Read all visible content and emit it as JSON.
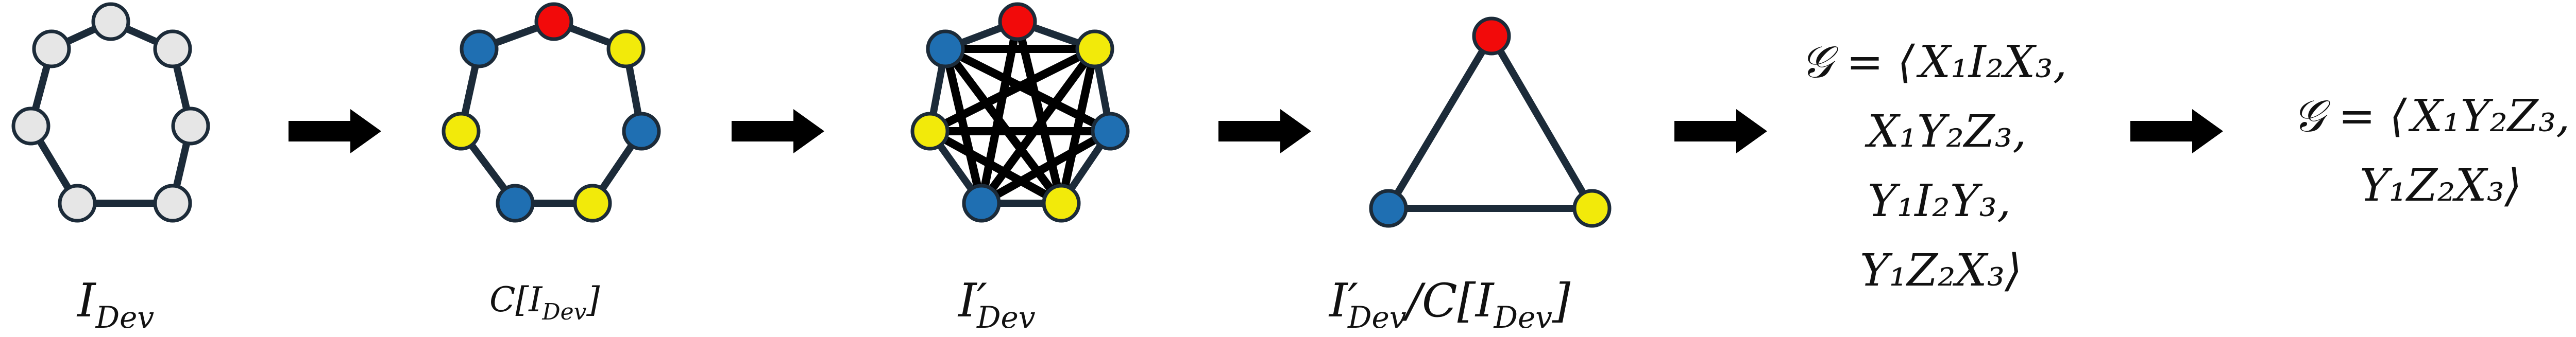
{
  "colors": {
    "edge": "#1c2b39",
    "node_outline": "#1c2b39",
    "grey": "#e6e6e6",
    "blue": "#1f6fb2",
    "yellow": "#f2ea0a",
    "red": "#f20a0a",
    "arrow": "#000000"
  },
  "panels": [
    {
      "id": "idev",
      "label_main": "I",
      "label_prime": "",
      "label_sub": "Dev",
      "node_colors": [
        "grey",
        "grey",
        "grey",
        "grey",
        "grey",
        "grey",
        "grey"
      ]
    },
    {
      "id": "cidev",
      "label_main": "C[I",
      "label_sub": "Dev",
      "label_close": "]",
      "node_colors": [
        "red",
        "yellow",
        "blue",
        "yellow",
        "blue",
        "yellow",
        "blue"
      ]
    },
    {
      "id": "idev-prime",
      "label_main": "I",
      "label_prime": "′",
      "label_sub": "Dev",
      "node_colors": [
        "red",
        "yellow",
        "blue",
        "yellow",
        "blue",
        "yellow",
        "blue"
      ]
    },
    {
      "id": "quotient",
      "label_main": "I",
      "label_prime": "′",
      "label_sub": "Dev",
      "label_mid": "/C[I",
      "label_sub2": "Dev",
      "label_close": "]",
      "node_colors": [
        "red",
        "yellow",
        "blue"
      ]
    }
  ],
  "generator_set_1": {
    "symbol": "𝒢 = ⟨",
    "lines": [
      "X₁I₂X₃,",
      "X₁Y₂Z₃,",
      "Y₁I₂Y₃,",
      "Y₁Z₂X₃⟩"
    ]
  },
  "generator_set_2": {
    "symbol": "𝒢 = ⟨",
    "lines": [
      "X₁Y₂Z₃,",
      "Y₁Z₂X₃⟩"
    ]
  },
  "arrows": [
    "arrow-1",
    "arrow-2",
    "arrow-3",
    "arrow-4",
    "arrow-5"
  ]
}
